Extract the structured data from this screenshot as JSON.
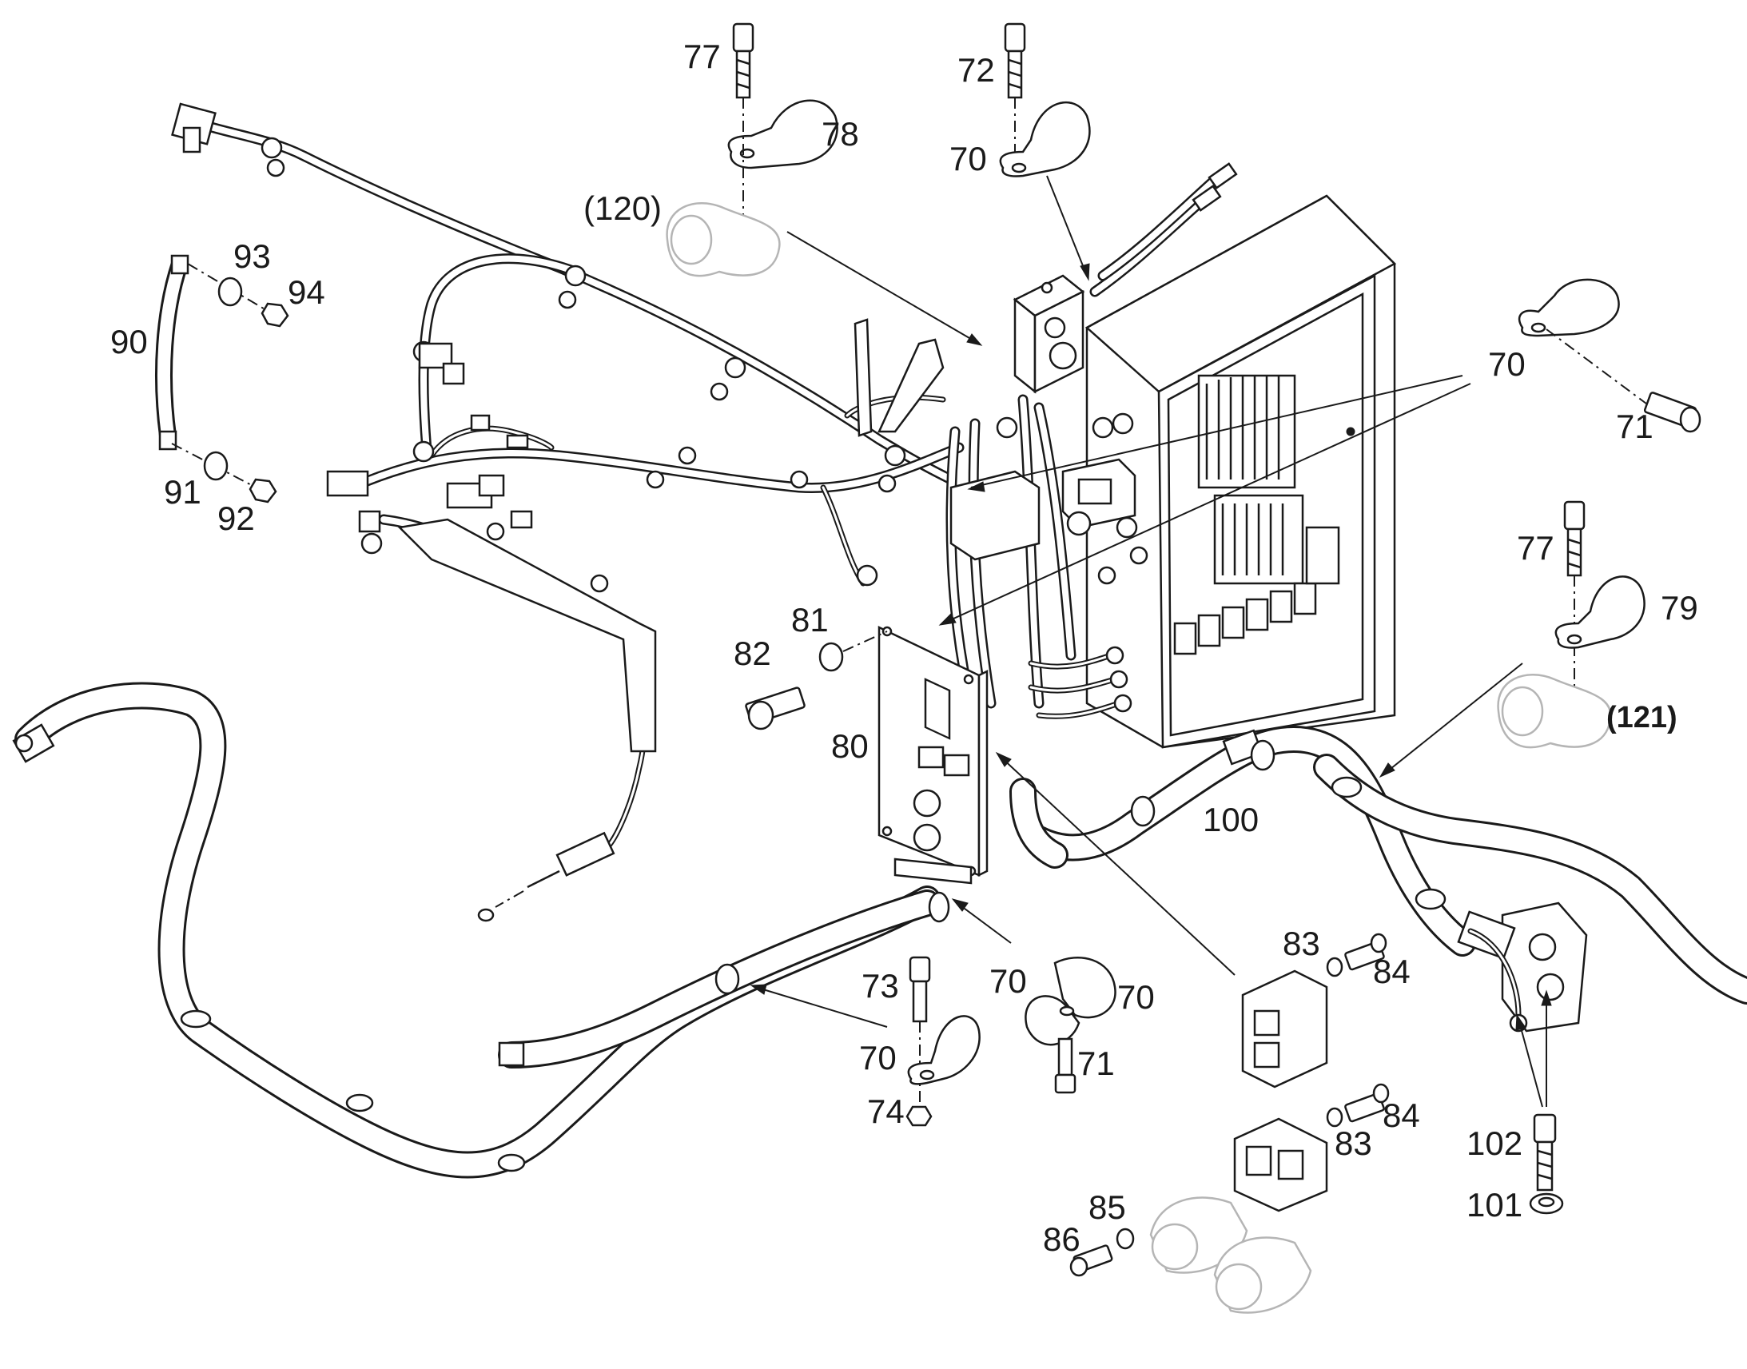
{
  "callouts": {
    "c77a": "77",
    "c78": "78",
    "c120": "(120)",
    "c72": "72",
    "c70a": "70",
    "c93": "93",
    "c94": "94",
    "c90": "90",
    "c91": "91",
    "c92": "92",
    "c70b": "70",
    "c71a": "71",
    "c77b": "77",
    "c79": "79",
    "c121": "(121)",
    "c82": "82",
    "c81": "81",
    "c80": "80",
    "c100": "100",
    "c83a": "83",
    "c84a": "84",
    "c73": "73",
    "c70c": "70",
    "c70d": "70",
    "c70e": "70",
    "c71b": "71",
    "c74": "74",
    "c84b": "84",
    "c83b": "83",
    "c85": "85",
    "c86": "86",
    "c102": "102",
    "c101": "101"
  }
}
